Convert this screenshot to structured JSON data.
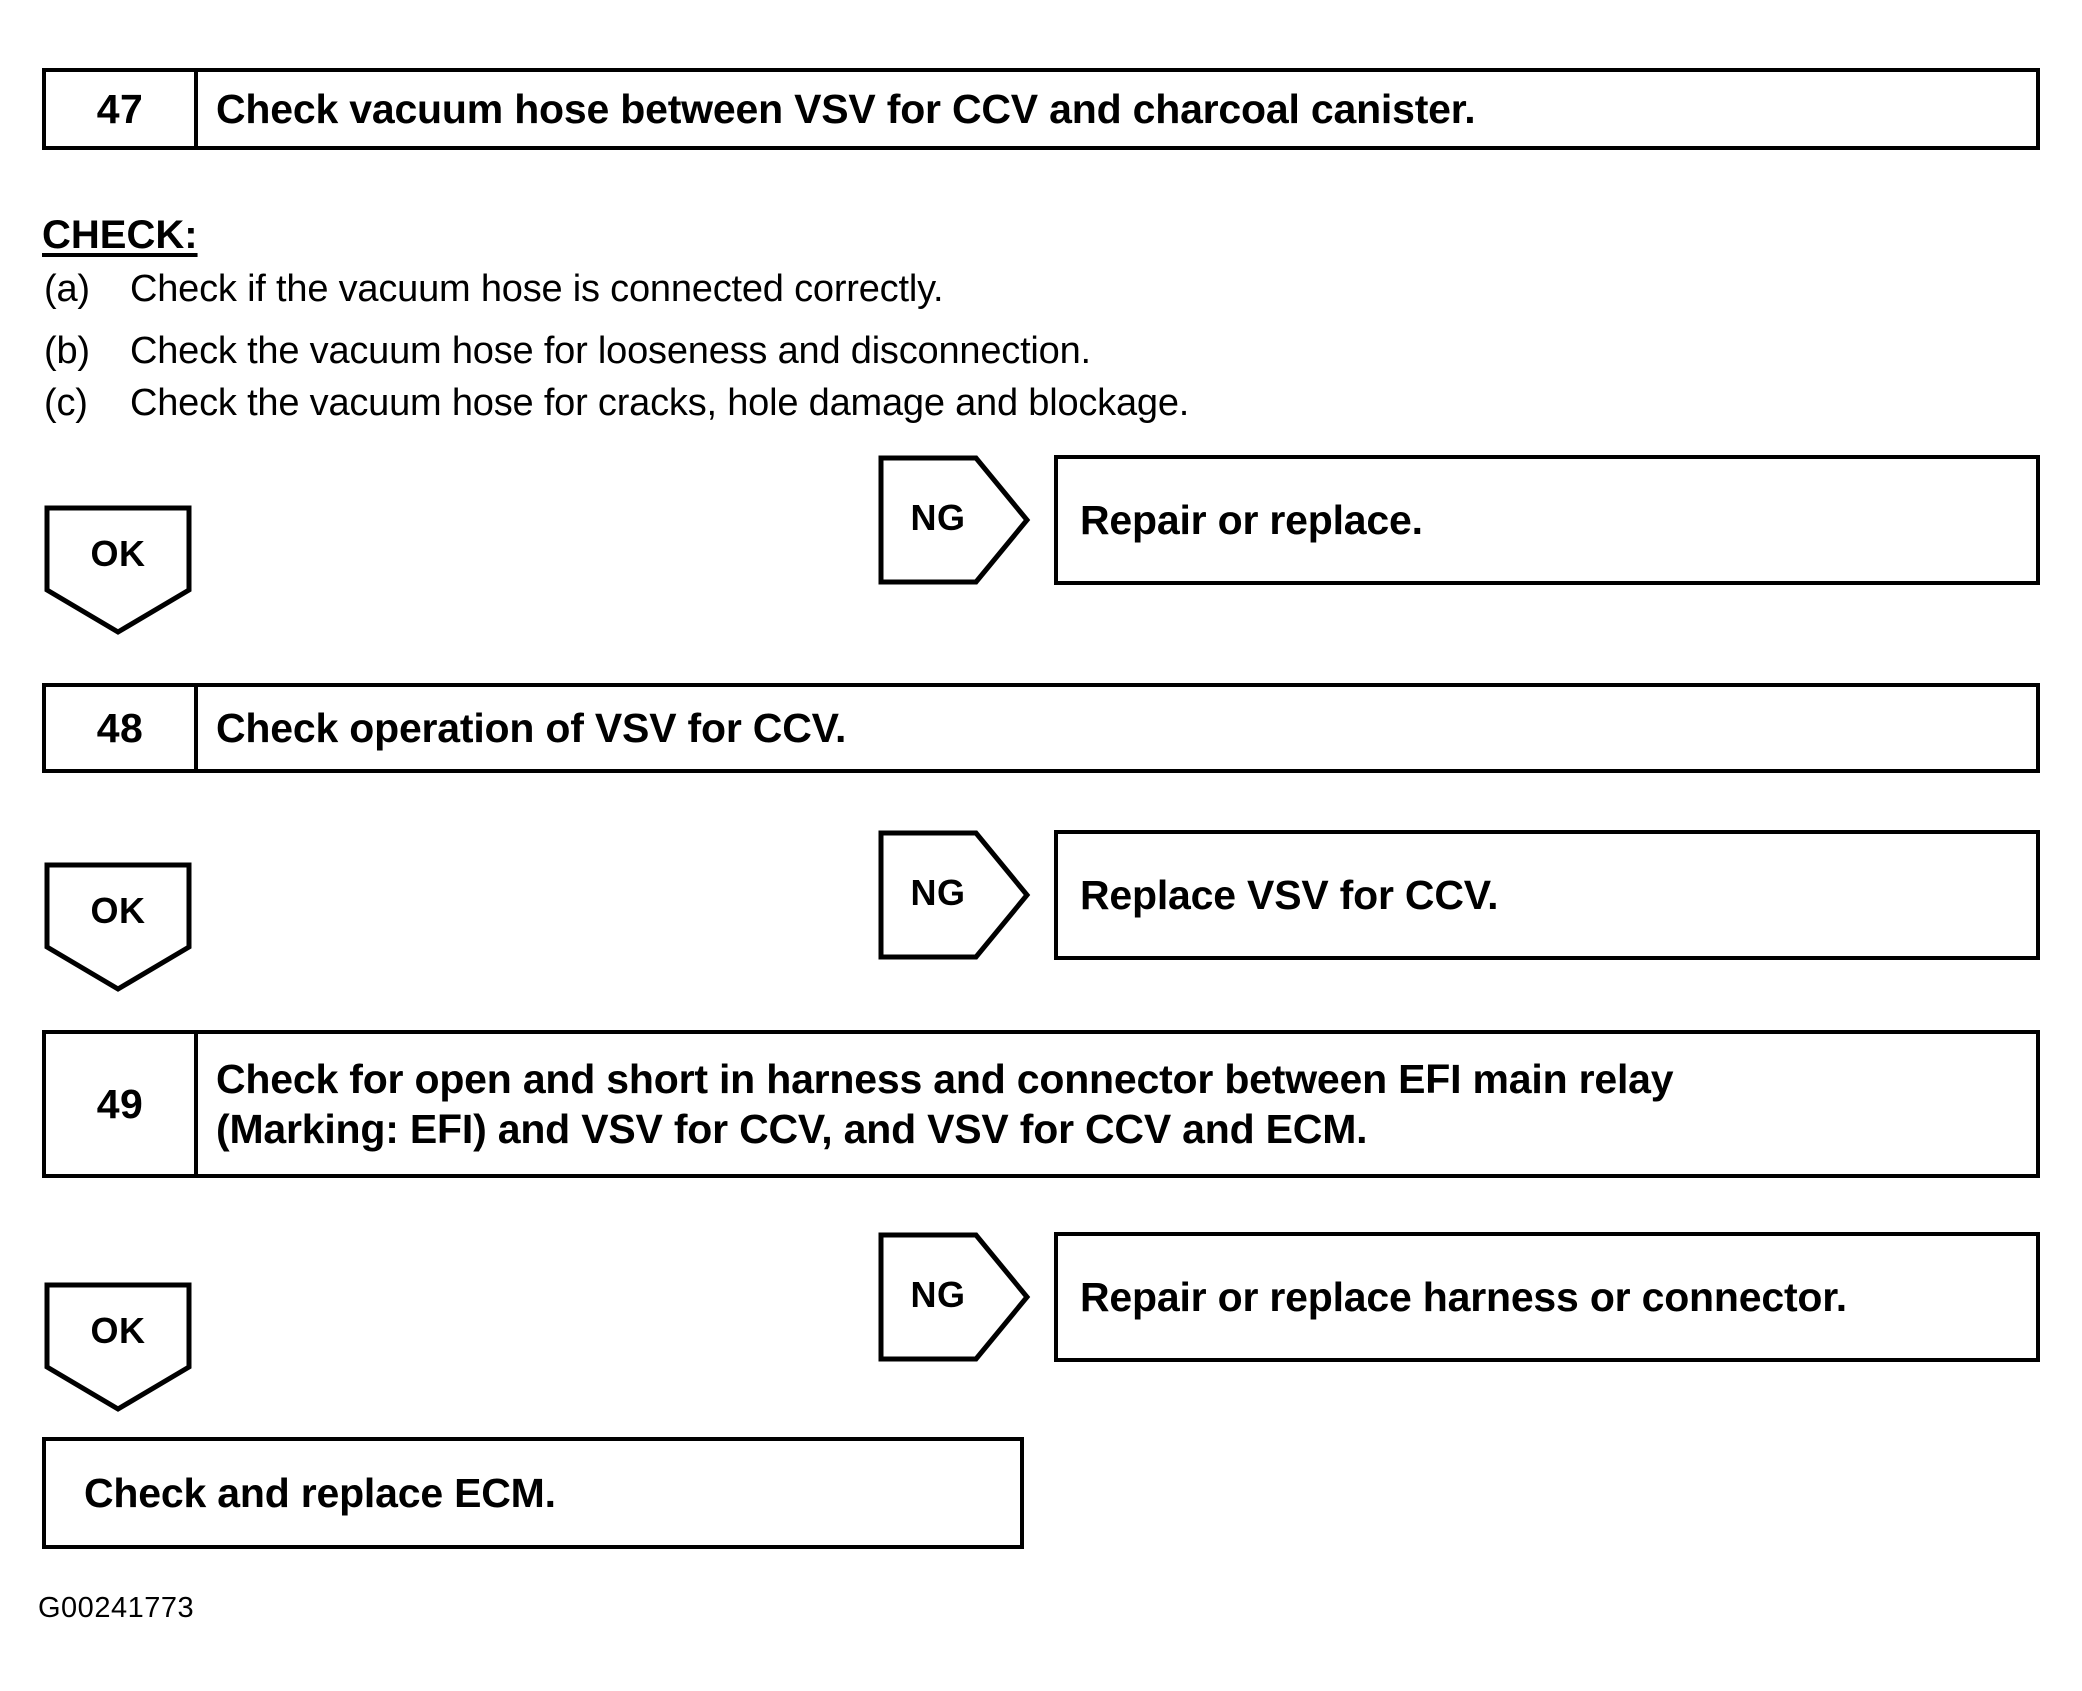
{
  "document": {
    "type": "diagnostic-flowchart",
    "footer_code": "G00241773"
  },
  "steps": [
    {
      "number": "47",
      "text": "Check vacuum hose between VSV for CCV and charcoal canister."
    },
    {
      "number": "48",
      "text": "Check operation of VSV for CCV."
    },
    {
      "number": "49",
      "line1": "Check for open and short in harness and connector between EFI main relay",
      "line2": "(Marking: EFI) and VSV for CCV, and VSV for CCV and ECM."
    }
  ],
  "check_section": {
    "heading": "CHECK:",
    "items": [
      {
        "marker": "(a)",
        "text": "Check if the vacuum hose is connected correctly."
      },
      {
        "marker": "(b)",
        "text": "Check the vacuum hose for looseness and disconnection."
      },
      {
        "marker": "(c)",
        "text": "Check the vacuum hose for cracks, hole damage and blockage."
      }
    ]
  },
  "branches": [
    {
      "ok_label": "OK",
      "ng_label": "NG",
      "ng_action": "Repair or replace."
    },
    {
      "ok_label": "OK",
      "ng_label": "NG",
      "ng_action": "Replace VSV for CCV."
    },
    {
      "ok_label": "OK",
      "ng_label": "NG",
      "ng_action": "Repair or replace harness or connector."
    }
  ],
  "final_action": {
    "text": "Check and replace ECM."
  },
  "colors": {
    "ink": "#000000",
    "paper": "#ffffff"
  }
}
